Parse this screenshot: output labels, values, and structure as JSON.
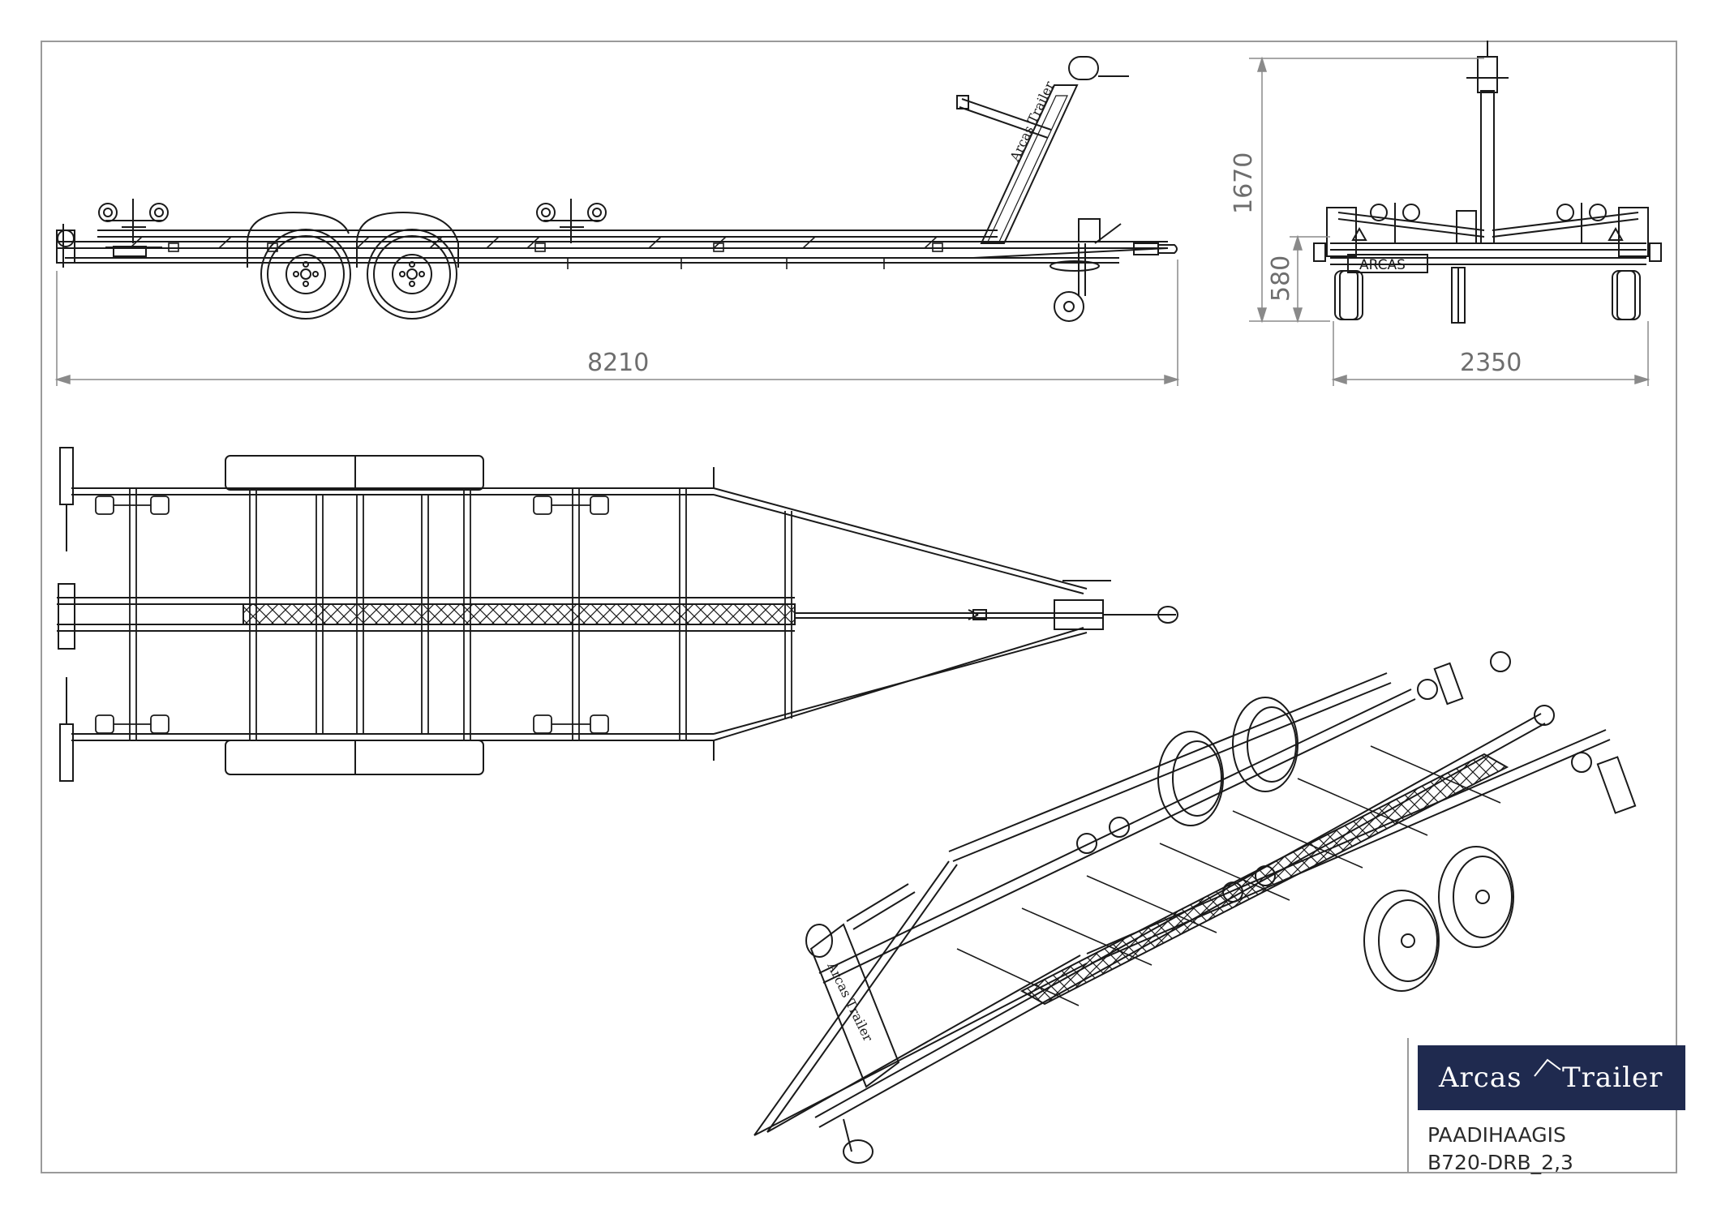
{
  "dimensions": {
    "overall_length": "8210",
    "total_height": "1670",
    "bed_height": "580",
    "overall_width": "2350"
  },
  "logo": {
    "word_left": "Arcas",
    "word_right": "Trailer",
    "side_text": "Arcas Trailer",
    "rear_badge": "ARCAS"
  },
  "title_block": {
    "line1": "PAADIHAAGIS",
    "line2": "B720-DRB_2,3"
  },
  "colors": {
    "line": "#1a1a1a",
    "dimension": "#8a8a8a",
    "logo_background": "#1f2a4f"
  }
}
